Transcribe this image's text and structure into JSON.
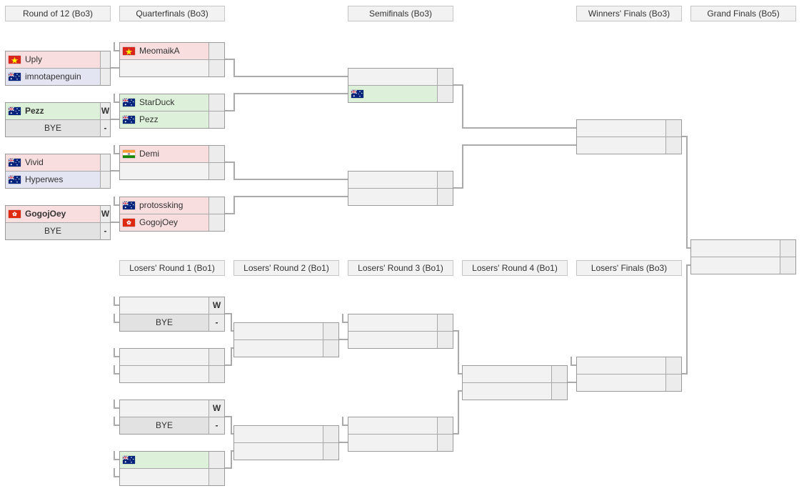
{
  "palette": {
    "advance_green": "#ddf0d9",
    "loss_red": "#f8dede",
    "drop_blue": "#e3e5f2",
    "bye_gray": "#e2e2e2",
    "empty_gray": "#f2f2f2",
    "score_gray": "#ececec",
    "line_gray": "#aaaaaa"
  },
  "icons": {
    "flag-vietnam": "red flag with yellow star",
    "flag-australia": "blue flag with union jack and stars",
    "flag-hongkong": "red flag with white bauhinia flower",
    "flag-india": "orange white green tricolour with chakra"
  },
  "headers": {
    "winners": [
      {
        "label": "Round of 12 (Bo3)"
      },
      {
        "label": "Quarterfinals (Bo3)"
      },
      {
        "label": "Semifinals (Bo3)"
      },
      {
        "label": "Winners' Finals (Bo3)"
      },
      {
        "label": "Grand Finals (Bo5)"
      }
    ],
    "losers": [
      {
        "label": "Losers' Round 1 (Bo1)"
      },
      {
        "label": "Losers' Round 2 (Bo1)"
      },
      {
        "label": "Losers' Round 3 (Bo1)"
      },
      {
        "label": "Losers' Round 4 (Bo1)"
      },
      {
        "label": "Losers' Finals (Bo3)"
      }
    ]
  },
  "bracket": {
    "round_of_12": [
      {
        "top": {
          "name": "Uply",
          "flag": "vietnam",
          "status": "red",
          "score": ""
        },
        "bottom": {
          "name": "imnotapenguin",
          "flag": "australia",
          "status": "blue",
          "score": ""
        }
      },
      {
        "top": {
          "name": "Pezz",
          "flag": "australia",
          "status": "green-win",
          "score": "W"
        },
        "bottom": {
          "name": "BYE",
          "flag": null,
          "status": "bye",
          "score": "-"
        }
      },
      {
        "top": {
          "name": "Vivid",
          "flag": "australia",
          "status": "red",
          "score": ""
        },
        "bottom": {
          "name": "Hyperwes",
          "flag": "australia",
          "status": "blue",
          "score": ""
        }
      },
      {
        "top": {
          "name": "GogojOey",
          "flag": "hongkong",
          "status": "red-win",
          "score": "W"
        },
        "bottom": {
          "name": "BYE",
          "flag": null,
          "status": "bye",
          "score": "-"
        }
      }
    ],
    "quarterfinals": [
      {
        "top": {
          "name": "MeomaikA",
          "flag": "vietnam",
          "status": "red",
          "score": ""
        },
        "bottom": {
          "name": "",
          "flag": null,
          "status": "none",
          "score": ""
        }
      },
      {
        "top": {
          "name": "StarDuck",
          "flag": "australia",
          "status": "green",
          "score": ""
        },
        "bottom": {
          "name": "Pezz",
          "flag": "australia",
          "status": "green",
          "score": ""
        }
      },
      {
        "top": {
          "name": "Demi",
          "flag": "india",
          "status": "red",
          "score": ""
        },
        "bottom": {
          "name": "",
          "flag": null,
          "status": "none",
          "score": ""
        }
      },
      {
        "top": {
          "name": "protossking",
          "flag": "australia",
          "status": "red",
          "score": ""
        },
        "bottom": {
          "name": "GogojOey",
          "flag": "hongkong",
          "status": "red",
          "score": ""
        }
      }
    ],
    "semifinals": [
      {
        "top": {
          "name": "",
          "flag": null,
          "status": "none",
          "score": ""
        },
        "bottom": {
          "name": "",
          "flag": "australia",
          "status": "green",
          "score": ""
        }
      },
      {
        "top": {
          "name": "",
          "flag": null,
          "status": "none",
          "score": ""
        },
        "bottom": {
          "name": "",
          "flag": null,
          "status": "none",
          "score": ""
        }
      }
    ],
    "winners_finals": [
      {
        "top": {
          "name": "",
          "flag": null,
          "status": "none",
          "score": ""
        },
        "bottom": {
          "name": "",
          "flag": null,
          "status": "none",
          "score": ""
        }
      }
    ],
    "grand_finals": [
      {
        "top": {
          "name": "",
          "flag": null,
          "status": "none",
          "score": ""
        },
        "bottom": {
          "name": "",
          "flag": null,
          "status": "none",
          "score": ""
        }
      }
    ],
    "losers_round_1": [
      {
        "top": {
          "name": "",
          "flag": null,
          "status": "none",
          "score": "W"
        },
        "bottom": {
          "name": "BYE",
          "flag": null,
          "status": "bye",
          "score": "-"
        }
      },
      {
        "top": {
          "name": "",
          "flag": null,
          "status": "none",
          "score": ""
        },
        "bottom": {
          "name": "",
          "flag": null,
          "status": "none",
          "score": ""
        }
      },
      {
        "top": {
          "name": "",
          "flag": null,
          "status": "none",
          "score": "W"
        },
        "bottom": {
          "name": "BYE",
          "flag": null,
          "status": "bye",
          "score": "-"
        }
      },
      {
        "top": {
          "name": "",
          "flag": "australia",
          "status": "green",
          "score": ""
        },
        "bottom": {
          "name": "",
          "flag": null,
          "status": "none",
          "score": ""
        }
      }
    ],
    "losers_round_2": [
      {
        "top": {
          "name": "",
          "flag": null,
          "status": "none",
          "score": ""
        },
        "bottom": {
          "name": "",
          "flag": null,
          "status": "none",
          "score": ""
        }
      },
      {
        "top": {
          "name": "",
          "flag": null,
          "status": "none",
          "score": ""
        },
        "bottom": {
          "name": "",
          "flag": null,
          "status": "none",
          "score": ""
        }
      }
    ],
    "losers_round_3": [
      {
        "top": {
          "name": "",
          "flag": null,
          "status": "none",
          "score": ""
        },
        "bottom": {
          "name": "",
          "flag": null,
          "status": "none",
          "score": ""
        }
      },
      {
        "top": {
          "name": "",
          "flag": null,
          "status": "none",
          "score": ""
        },
        "bottom": {
          "name": "",
          "flag": null,
          "status": "none",
          "score": ""
        }
      }
    ],
    "losers_round_4": [
      {
        "top": {
          "name": "",
          "flag": null,
          "status": "none",
          "score": ""
        },
        "bottom": {
          "name": "",
          "flag": null,
          "status": "none",
          "score": ""
        }
      }
    ],
    "losers_finals": [
      {
        "top": {
          "name": "",
          "flag": null,
          "status": "none",
          "score": ""
        },
        "bottom": {
          "name": "",
          "flag": null,
          "status": "none",
          "score": ""
        }
      }
    ]
  }
}
